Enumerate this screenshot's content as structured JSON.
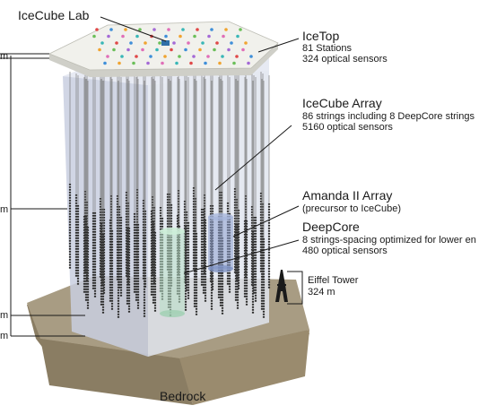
{
  "labels": {
    "icecube_lab": "IceCube Lab",
    "icetop_title": "IceTop",
    "icetop_line1": "81 Stations",
    "icetop_line2": "324 optical sensors",
    "array_title": "IceCube Array",
    "array_line1": "86 strings including 8 DeepCore strings",
    "array_line2": "5160 optical sensors",
    "amanda_title": "Amanda II Array",
    "amanda_line1": "(precursor to IceCube)",
    "deepcore_title": "DeepCore",
    "deepcore_line1": "8 strings-spacing optimized for lower en",
    "deepcore_line2": "480 optical sensors",
    "eiffel_title": "Eiffel Tower",
    "eiffel_height": "324 m",
    "bedrock": "Bedrock",
    "depth_label_1": "m",
    "depth_label_2": "m",
    "depth_label_3": "m",
    "depth_label_4": "m"
  },
  "colors": {
    "ice_face_left": "#c9cfe0",
    "ice_face_right": "#e1e5ef",
    "surface_top": "#f1f1ec",
    "surface_side": "#cfcfc8",
    "ground_top": "#a89c83",
    "ground_side": "#8a7d63",
    "string_line": "#6b6b6b",
    "sensor_dot": "#2b2b2b",
    "amanda_cylinder": "#8fa3cf",
    "deepcore_cylinder": "#b8e0c6",
    "bedrock_face": "#9a8b6e"
  }
}
